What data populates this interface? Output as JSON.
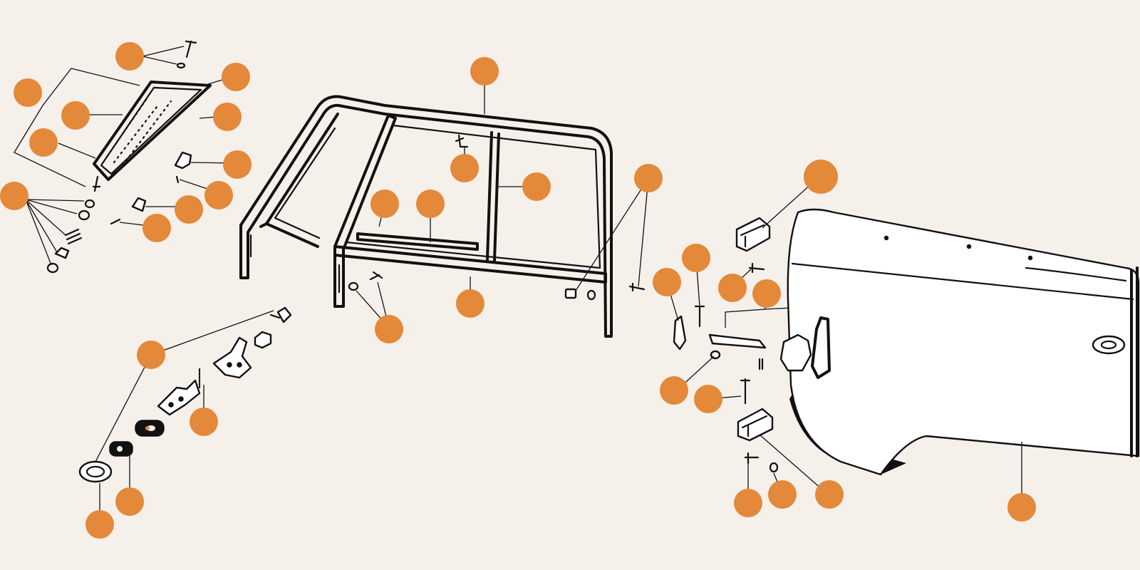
{
  "diagram": {
    "type": "exploded-parts-diagram",
    "callout_color": "#e4883a",
    "background_color": "#f5f0ea",
    "line_color": "#111111",
    "groups": [
      "sun-visor-assembly",
      "door-window-frame",
      "door-handle-lock-parts",
      "door-hinges-and-check-strap",
      "door-outer-panel"
    ],
    "callout_count": 35
  }
}
